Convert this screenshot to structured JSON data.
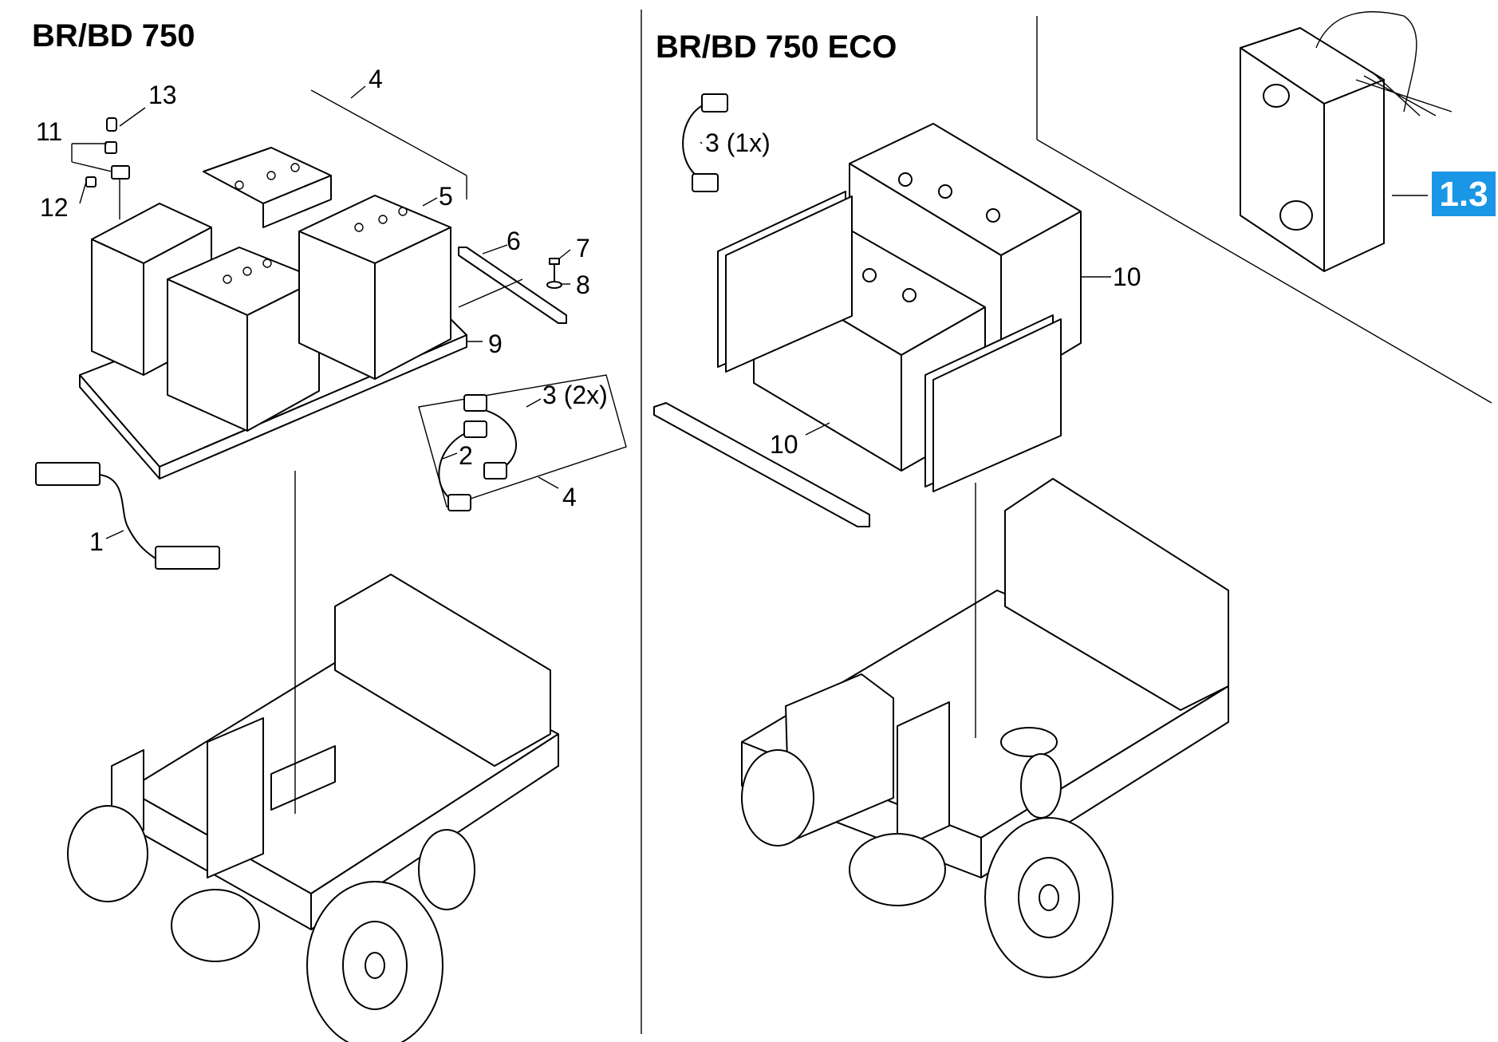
{
  "titles": {
    "left": "BR/BD 750",
    "right": "BR/BD 750 ECO"
  },
  "reference_badge": {
    "label": "1.3",
    "color": "#1a96e6"
  },
  "left_callouts": [
    "13",
    "11",
    "12",
    "4",
    "5",
    "6",
    "7",
    "8",
    "9",
    "3 (2x)",
    "2",
    "4",
    "1"
  ],
  "right_callouts": [
    "3 (1x)",
    "10",
    "10"
  ]
}
